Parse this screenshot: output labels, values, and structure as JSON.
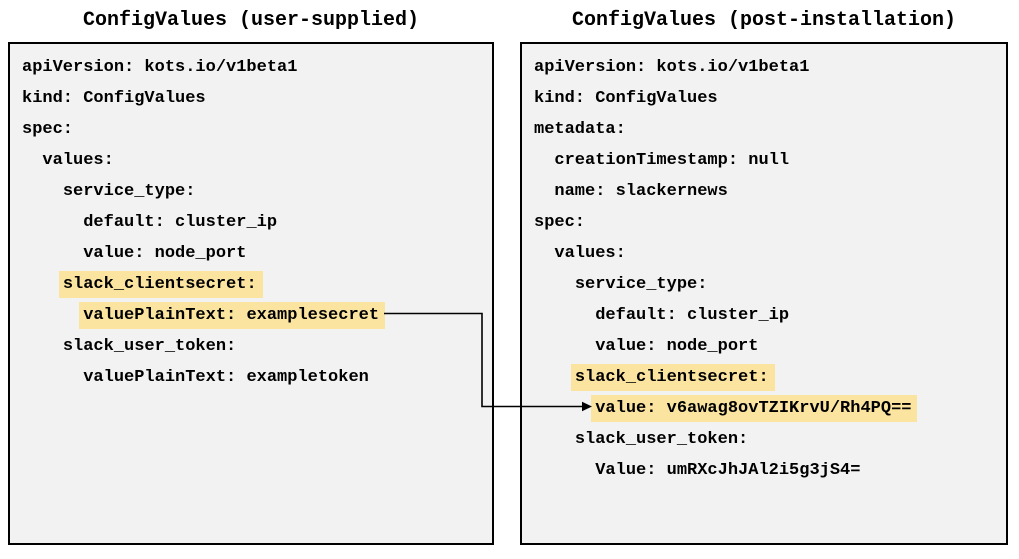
{
  "colors": {
    "page_background": "#ffffff",
    "box_background": "#f2f2f2",
    "box_border": "#000000",
    "text": "#000000",
    "highlight": "#fbe4a0",
    "arrow": "#000000"
  },
  "left_panel": {
    "title": "ConfigValues (user-supplied)",
    "lines": [
      {
        "indent": 0,
        "text": "apiVersion: kots.io/v1beta1",
        "hl": false
      },
      {
        "indent": 0,
        "text": "kind: ConfigValues",
        "hl": false
      },
      {
        "indent": 0,
        "text": "spec:",
        "hl": false
      },
      {
        "indent": 2,
        "text": "values:",
        "hl": false
      },
      {
        "indent": 4,
        "text": "service_type:",
        "hl": false
      },
      {
        "indent": 6,
        "text": "default: cluster_ip",
        "hl": false
      },
      {
        "indent": 6,
        "text": "value: node_port",
        "hl": false
      },
      {
        "indent": 4,
        "text": "slack_clientsecret:",
        "hl": true
      },
      {
        "indent": 6,
        "text": "valuePlainText: examplesecret",
        "hl": true
      },
      {
        "indent": 4,
        "text": "slack_user_token:",
        "hl": false
      },
      {
        "indent": 6,
        "text": "valuePlainText: exampletoken",
        "hl": false
      }
    ]
  },
  "right_panel": {
    "title": "ConfigValues (post-installation)",
    "lines": [
      {
        "indent": 0,
        "text": "apiVersion: kots.io/v1beta1",
        "hl": false
      },
      {
        "indent": 0,
        "text": "kind: ConfigValues",
        "hl": false
      },
      {
        "indent": 0,
        "text": "metadata:",
        "hl": false
      },
      {
        "indent": 2,
        "text": "creationTimestamp: null",
        "hl": false
      },
      {
        "indent": 2,
        "text": "name: slackernews",
        "hl": false
      },
      {
        "indent": 0,
        "text": "spec:",
        "hl": false
      },
      {
        "indent": 2,
        "text": "values:",
        "hl": false
      },
      {
        "indent": 4,
        "text": "service_type:",
        "hl": false
      },
      {
        "indent": 6,
        "text": "default: cluster_ip",
        "hl": false
      },
      {
        "indent": 6,
        "text": "value: node_port",
        "hl": false
      },
      {
        "indent": 4,
        "text": "slack_clientsecret:",
        "hl": true
      },
      {
        "indent": 6,
        "text": "value: v6awag8ovTZIKrvU/Rh4PQ==",
        "hl": true
      },
      {
        "indent": 4,
        "text": "slack_user_token:",
        "hl": false
      },
      {
        "indent": 6,
        "text": "Value: umRXcJhJAl2i5g3jS4=",
        "hl": false
      }
    ]
  }
}
